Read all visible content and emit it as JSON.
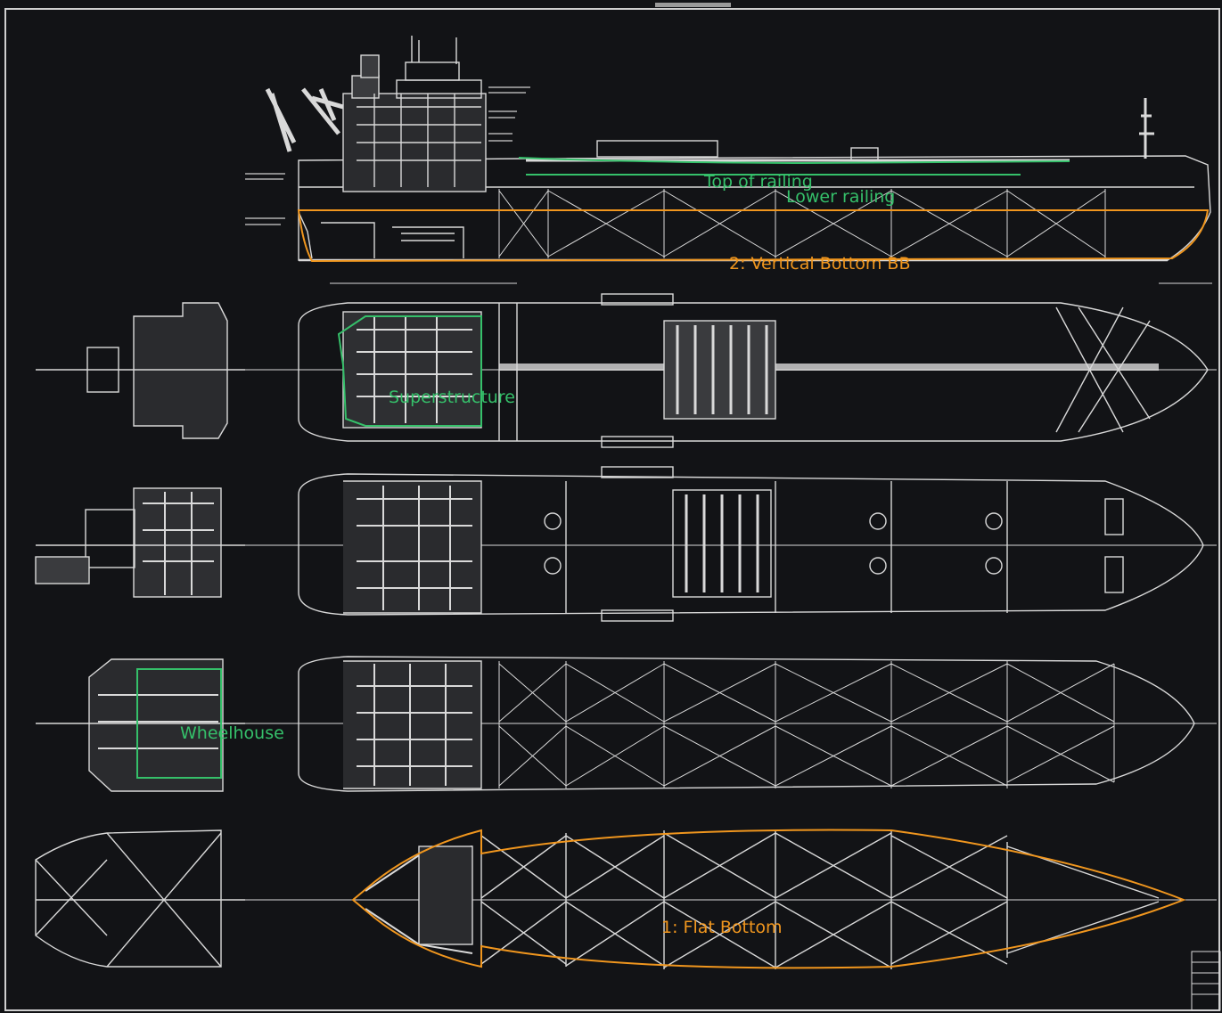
{
  "canvas": {
    "background": "#121316",
    "line_color": "#d9d9d9",
    "frame_color": "#cfcfcf"
  },
  "annotations": {
    "colors": {
      "green": "#35c06a",
      "orange": "#f0961e"
    },
    "top_of_railing": "Top of railing",
    "lower_railing": "Lower railing",
    "vertical_bottom_bb": "2: Vertical Bottom BB",
    "superstructure": "Superstructure",
    "wheelhouse": "Wheelhouse",
    "flat_bottom": "1: Flat Bottom"
  }
}
